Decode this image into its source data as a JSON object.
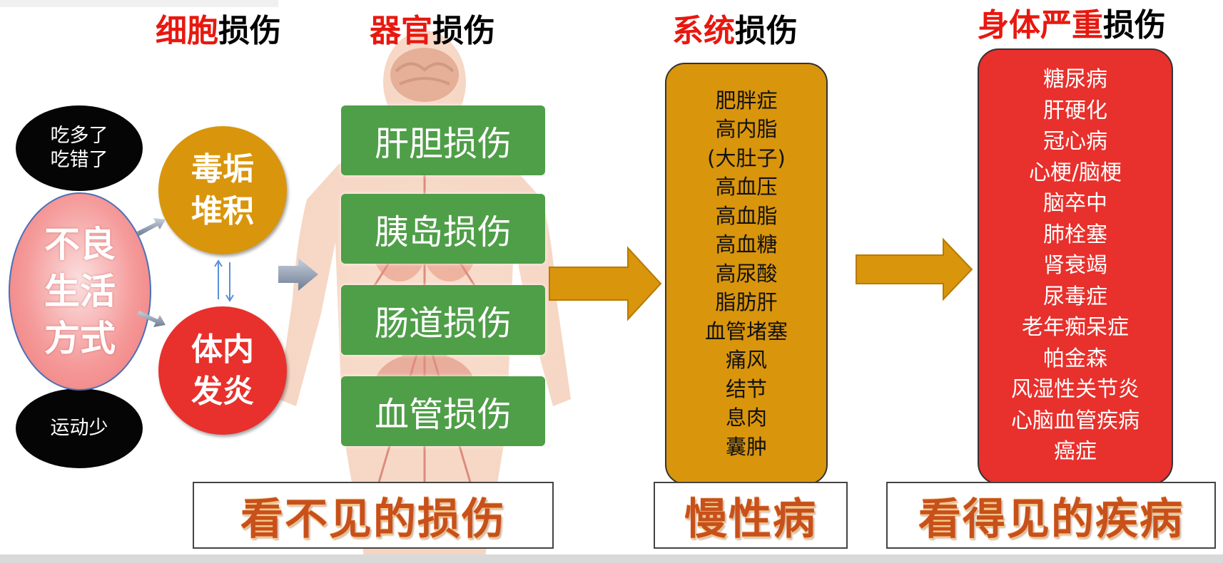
{
  "headings": {
    "cell": {
      "red": "细胞",
      "black": "损伤"
    },
    "organ": {
      "red": "器官",
      "black": "损伤"
    },
    "system": {
      "red": "系统",
      "black": "损伤"
    },
    "body": {
      "red": "身体严重",
      "black": "损伤"
    }
  },
  "causes": {
    "eat": [
      "吃多了",
      "吃错了"
    ],
    "exercise": "运动少",
    "lifestyle": [
      "不良",
      "生活",
      "方式"
    ]
  },
  "cell_states": {
    "toxin": [
      "毒垢",
      "堆积"
    ],
    "inflammation": [
      "体内",
      "发炎"
    ]
  },
  "organ_damage": [
    "肝胆损伤",
    "胰岛损伤",
    "肠道损伤",
    "血管损伤"
  ],
  "chronic_conditions": [
    "肥胖症",
    "高内脂",
    "(大肚子)",
    "高血压",
    "高血脂",
    "高血糖",
    "高尿酸",
    "脂肪肝",
    "血管堵塞",
    "痛风",
    "结节",
    "息肉",
    "囊肿"
  ],
  "serious_diseases": [
    "糖尿病",
    "肝硬化",
    "冠心病",
    "心梗/脑梗",
    "脑卒中",
    "肺栓塞",
    "肾衰竭",
    "尿毒症",
    "老年痴呆症",
    "帕金森",
    "风湿性关节炎",
    "心脑血管疾病",
    "癌症"
  ],
  "footers": {
    "invisible": "看不见的损伤",
    "chronic": "慢性病",
    "visible": "看得见的疾病"
  },
  "colors": {
    "red": "#e8180f",
    "orange": "#d9950c",
    "green": "#4f9e48",
    "panel_red": "#e8302c",
    "arrow_gray": "#7f8fa6",
    "arrow_gold": "#d9950c"
  }
}
